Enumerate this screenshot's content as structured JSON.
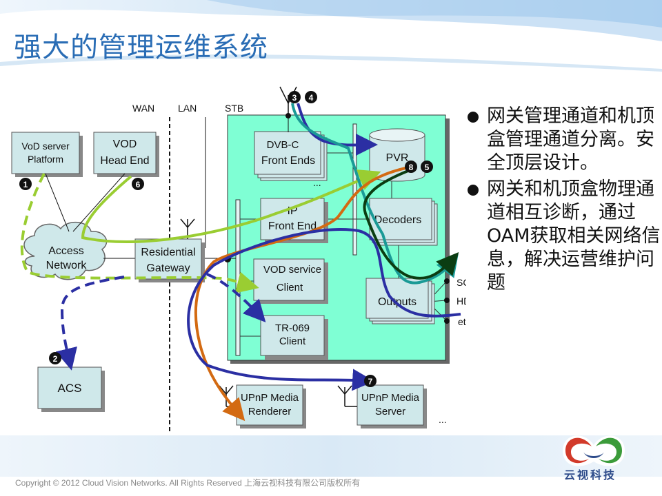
{
  "slide": {
    "title": "强大的管理运维系统",
    "bullets": [
      "网关管理通道和机顶盒管理通道分离。安全顶层设计。",
      "网关和机顶盒物理通道相互诊断，通过OAM获取相关网络信息，解决运营维护问题"
    ],
    "copyright": "Copyright © 2012 Cloud Vision Networks. All Rights Reserved 上海云视科技有限公司版权所有",
    "logo_text": "云视科技"
  },
  "diagram": {
    "zones": {
      "wan": "WAN",
      "lan": "LAN",
      "stb": "STB"
    },
    "boxes": {
      "vod_server": [
        "VoD server",
        "Platform"
      ],
      "vod_headend": [
        "VOD",
        "Head End"
      ],
      "access_network": [
        "Access",
        "Network"
      ],
      "residential_gateway": [
        "Residential",
        "Gateway"
      ],
      "acs": "ACS",
      "dvbc": [
        "DVB-C",
        "Front Ends"
      ],
      "ip_frontend": [
        "IP",
        "Front End"
      ],
      "vod_client": [
        "VOD service",
        "Client"
      ],
      "tr069": [
        "TR-069",
        "Client"
      ],
      "pvr": "PVR",
      "decoders": "Decoders",
      "outputs": "Outputs",
      "upnp_renderer": [
        "UPnP Media",
        "Renderer"
      ],
      "upnp_server": [
        "UPnP Media",
        "Server"
      ]
    },
    "outputs_labels": [
      "SCART",
      "HDMI",
      "etc"
    ],
    "ellipsis": "...",
    "markers": [
      "1",
      "2",
      "3",
      "4",
      "5",
      "6",
      "7",
      "8"
    ],
    "colors": {
      "stb_bg": "#7fffd4",
      "box_fill": "#cfe8ea",
      "green_light": "#9acd32",
      "navy": "#2b2fa3",
      "teal": "#1a9a96",
      "orange": "#d36a12",
      "dark_green": "#0b3d12"
    }
  }
}
